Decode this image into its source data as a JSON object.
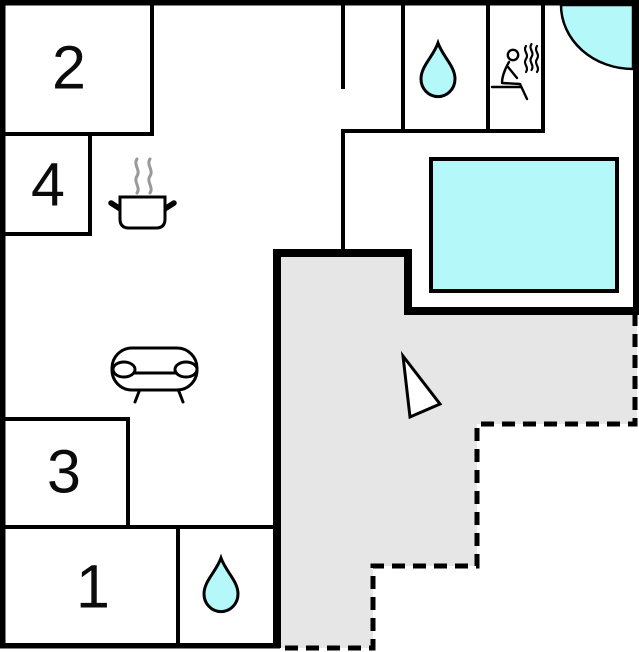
{
  "title": "apartment-floorplan",
  "rooms": [
    {
      "id": "room-2",
      "label": "2"
    },
    {
      "id": "room-4",
      "label": "4"
    },
    {
      "id": "room-3",
      "label": "3"
    },
    {
      "id": "room-1",
      "label": "1"
    }
  ],
  "features": {
    "top_bathroom_icon": "water-drop-icon",
    "bottom_bathroom_icon": "water-drop-icon",
    "sauna_icon": "sauna-person-with-steam-icon",
    "kitchen_icon": "cooking-pot-with-steam-icon",
    "living_room_icon": "sofa-icon",
    "corner_shower": "quarter-circle-shower",
    "pool": "rectangular-pool",
    "terrace": "gray-stepped-terrace-with-dashed-boundary",
    "orientation_marker": "north-arrow-icon"
  },
  "colors": {
    "water": "#b4f8fa",
    "terrace": "#e6e6e6",
    "wall": "#000000",
    "steam": "#999999",
    "icon_fill": "#ffffff"
  }
}
